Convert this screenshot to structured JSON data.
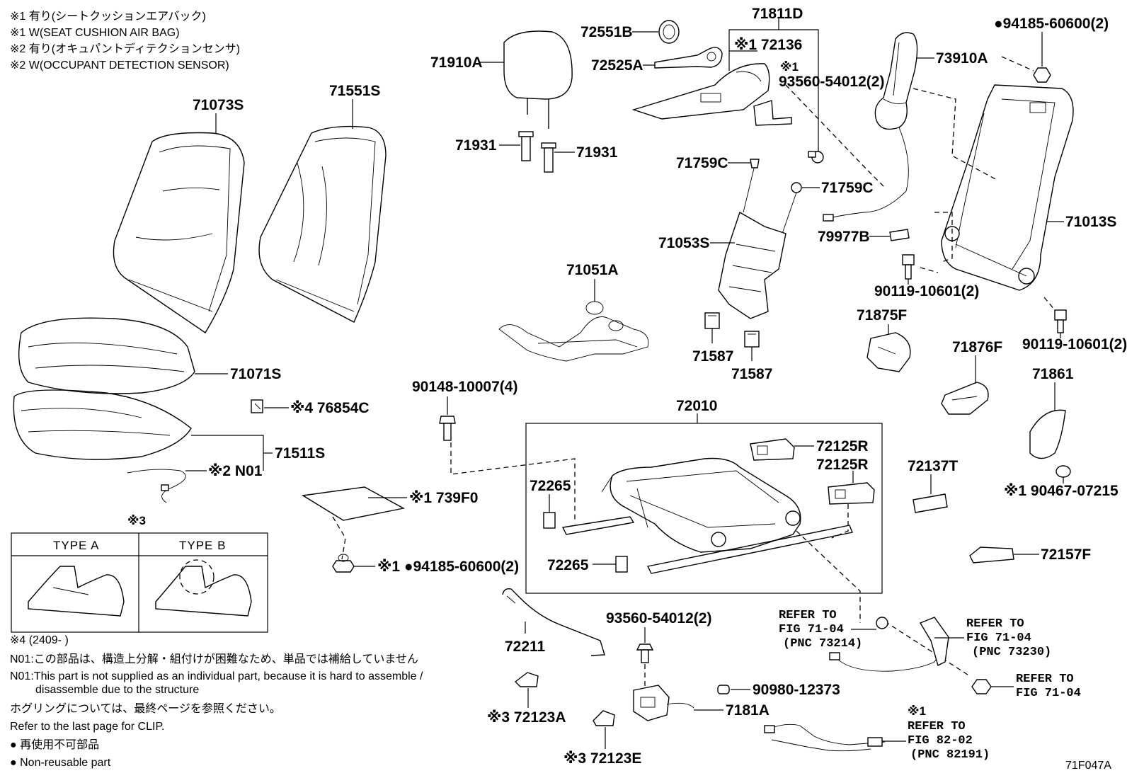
{
  "notes": {
    "n1": "※1 有り(シートクッションエアバック)",
    "n2": "※1 W(SEAT CUSHION AIR BAG)",
    "n3": "※2 有り(オキュパントディテクションセンサ)",
    "n4": "※2 W(OCCUPANT DETECTION SENSOR)"
  },
  "parts": {
    "p71073S": "71073S",
    "p71551S": "71551S",
    "p71071S": "71071S",
    "p76854C": "※4 76854C",
    "p71511S": "71511S",
    "pN01": "※2 N01",
    "p71910A": "71910A",
    "p71931a": "71931",
    "p71931b": "71931",
    "p72551B": "72551B",
    "p72525A": "72525A",
    "p71811D": "71811D",
    "p72136": "※1 72136",
    "p93560a_mark": "※1",
    "p93560a": "93560-54012(2)",
    "p71759Ca": "71759C",
    "p71759Cb": "71759C",
    "p71053S": "71053S",
    "p71051A": "71051A",
    "p71587a": "71587",
    "p71587b": "71587",
    "p73910A": "73910A",
    "p94185top": "●94185-60600(2)",
    "p71013S": "71013S",
    "p79977B": "79977B",
    "p90119a": "90119-10601(2)",
    "p90119b": "90119-10601(2)",
    "p71875F": "71875F",
    "p71876F": "71876F",
    "p71861": "71861",
    "p90467": "※1 90467-07215",
    "p90148": "90148-10007(4)",
    "p739F0": "※1 739F0",
    "p94185bot": "※1 ●94185-60600(2)",
    "p72010": "72010",
    "p72125Ra": "72125R",
    "p72125Rb": "72125R",
    "p72265a": "72265",
    "p72265b": "72265",
    "p72137T": "72137T",
    "p72157F": "72157F",
    "p72211": "72211",
    "p93560b": "93560-54012(2)",
    "p72123A": "※3 72123A",
    "p72123E": "※3 72123E",
    "p90980": "90980-12373",
    "p7181A": "7181A"
  },
  "refs": {
    "r1a": "REFER TO",
    "r1b": "FIG 71-04",
    "r1c": "(PNC 73214)",
    "r2a": "REFER TO",
    "r2b": "FIG 71-04",
    "r2c": "(PNC 73230)",
    "r3a": "REFER TO",
    "r3b": "FIG 71-04",
    "r4mark": "※1",
    "r4a": "REFER TO",
    "r4b": "FIG 82-02",
    "r4c": "(PNC 82191)"
  },
  "typebox": {
    "mark": "※3",
    "type_a": "TYPE A",
    "type_b": "TYPE B",
    "note4": "※4 (2409-       )"
  },
  "footnotes": {
    "f1": "N01:この部品は、構造上分解・組付けが困難なため、単品では補給していません",
    "f2a": "N01:This part is not supplied as an individual part, because it is hard to assemble /",
    "f2b": "disassemble due to the structure",
    "f3": "ホグリングについては、最終ページを参照ください。",
    "f4": "Refer to the last page for CLIP.",
    "f5": "● 再使用不可部品",
    "f6": "● Non-reusable part"
  },
  "figure_id": "71F047A"
}
